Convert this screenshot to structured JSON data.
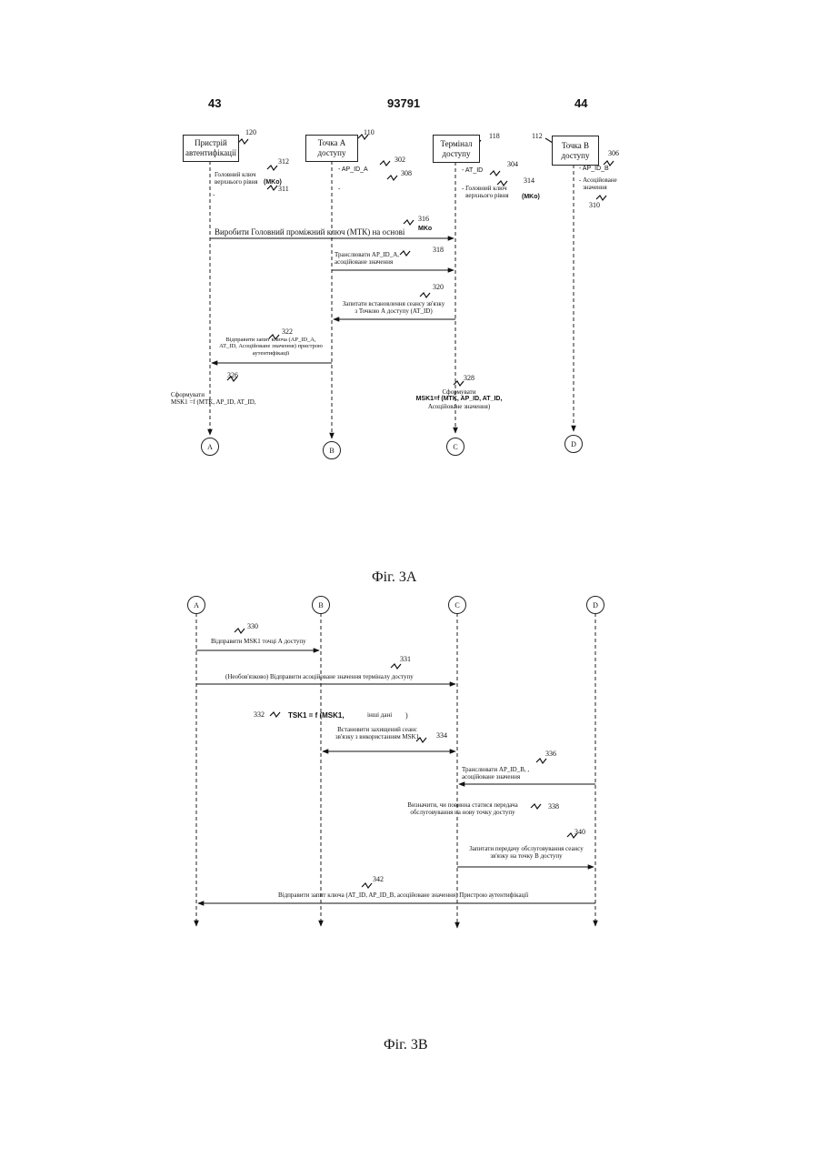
{
  "header": {
    "left_page": "43",
    "doc_number": "93791",
    "right_page": "44"
  },
  "fig3a": {
    "caption": "Фіг. 3А",
    "entities": [
      {
        "id": "auth",
        "label": "Пристрій автентифікації",
        "ref": "120"
      },
      {
        "id": "apA",
        "label": "Точка А доступу",
        "ref": "110"
      },
      {
        "id": "term",
        "label": "Термінал доступу",
        "ref": "118"
      },
      {
        "id": "apB",
        "label": "Точка В доступу",
        "ref": "112"
      }
    ],
    "auth_notes": {
      "text": "Головний ключ верхнього рівня",
      "mk": "(MKo)",
      "ref1": "312",
      "ref2": "311"
    },
    "apA_notes": {
      "text": "AP_ID_A",
      "ref1": "302",
      "ref2": "308"
    },
    "term_notes": {
      "id": "AT_ID",
      "ref1": "304",
      "key": "Головний ключ верхнього рівня",
      "mk": "(MKo)",
      "ref2": "314"
    },
    "apB_notes": {
      "id": "AP_ID_B",
      "assoc": "Асоційоване значення",
      "ref1": "306",
      "ref2": "310"
    },
    "msg316": {
      "text": "Виробити Головний проміжний ключ (МТК) на основі",
      "mk": "MKo",
      "ref": "316"
    },
    "msg318": {
      "line1": "Транслювати AP_ID_A,",
      "line2": "асоційоване значення",
      "ref": "318"
    },
    "msg320": {
      "line1": "Запитати встановлення сеансу зв'язку",
      "line2": "з Точкою А доступу (AT_ID)",
      "ref": "320"
    },
    "msg322": {
      "line1": "Відправити запит ключа (AP_ID_A,",
      "line2": "AT_ID, Асоційоване значення) пристрою",
      "line3": "аутентифікації",
      "ref": "322"
    },
    "step326": {
      "line1": "Сформувати",
      "line2": "MSK1 =f (MTK, AP_ID, AT_ID,",
      "ref": "326"
    },
    "step328": {
      "line1": "Сформувати",
      "line2": "MSK1=f (MTK, AP_ID, AT_ID,",
      "line3": "Асоційоване значення)",
      "ref": "328"
    },
    "connectors": [
      "A",
      "B",
      "C",
      "D"
    ]
  },
  "fig3b": {
    "caption": "Фіг. 3В",
    "connectors": [
      "A",
      "B",
      "C",
      "D"
    ],
    "msg330": {
      "text": "Відправити MSK1 точці А доступу",
      "ref": "330"
    },
    "msg331": {
      "text": "(Необов'язково) Відправити асоційоване значення терміналу доступу",
      "ref": "331"
    },
    "msg332": {
      "formula": "TSK1 = f (MSK1,",
      "other": "інші дані",
      "close": ")",
      "ref": "332"
    },
    "msg334": {
      "line1": "Встановити захищений сеанс",
      "line2": "зв'язку з використанням MSK1",
      "ref": "334"
    },
    "msg336": {
      "line1": "Транслювати AP_ID_B,   ,",
      "line2": "асоційоване значення",
      "ref": "336"
    },
    "msg338": {
      "line1": "Визначити, чи повинна статися передача",
      "line2": "обслуговування на нову точку доступу",
      "ref": "338"
    },
    "msg340": {
      "line1": "Запитати передачу обслуговування сеансу",
      "line2": "зв'язку на точку В доступу",
      "ref": "340"
    },
    "msg342": {
      "text": "Відправити запит ключа (AT_ID, AP_ID_B, асоційоване значення) Пристрою аутентифікації",
      "ref": "342"
    }
  }
}
